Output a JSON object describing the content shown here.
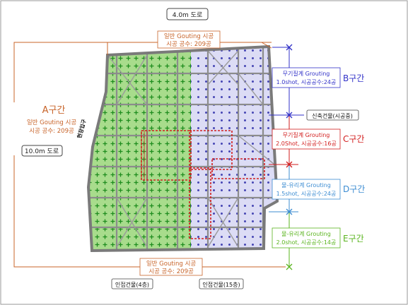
{
  "roads": {
    "top": "4.0m 도로",
    "left": "10.0m 도로"
  },
  "zone_a": {
    "title": "A구간",
    "line1": "일반 Gouting 시공",
    "line2": "시공 공수: 209공"
  },
  "top_callout": {
    "line1": "일반 Gouting 시공",
    "line2": "시공 공수: 209공"
  },
  "bottom_callout": {
    "line1": "일반 Gouting 시공",
    "line2": "시공 공수: 209공"
  },
  "gate_label": "현장입구",
  "right_building": "신축건물(시공중)",
  "bottom_buildings": {
    "left": "인접건물(4층)",
    "right": "인접건물(15층)"
  },
  "zone_b": {
    "title": "B구간",
    "line1": "무기질계 Grouting",
    "line2": "1.0shot, 시공공수:24공"
  },
  "zone_c": {
    "title": "C구간",
    "line1": "무기질계 Grouting",
    "line2": "2.0Shot, 시공공수:16공"
  },
  "zone_d": {
    "title": "D구간",
    "line1": "물-유리계 Grouting",
    "line2": "1.5shot, 시공공수:24공"
  },
  "zone_e": {
    "title": "E구간",
    "line1": "물-유리계 Grouting",
    "line2": "2.0shot, 시공공수:14공"
  },
  "colors": {
    "orange": "#c8642a",
    "blue": "#3232c8",
    "red": "#d21e1e",
    "lightblue": "#3c8cd2",
    "green": "#5ab41e",
    "green_fill": "#a6dc8c",
    "lavender_fill": "#dcdcf5",
    "grid": "#8c8c8c"
  }
}
